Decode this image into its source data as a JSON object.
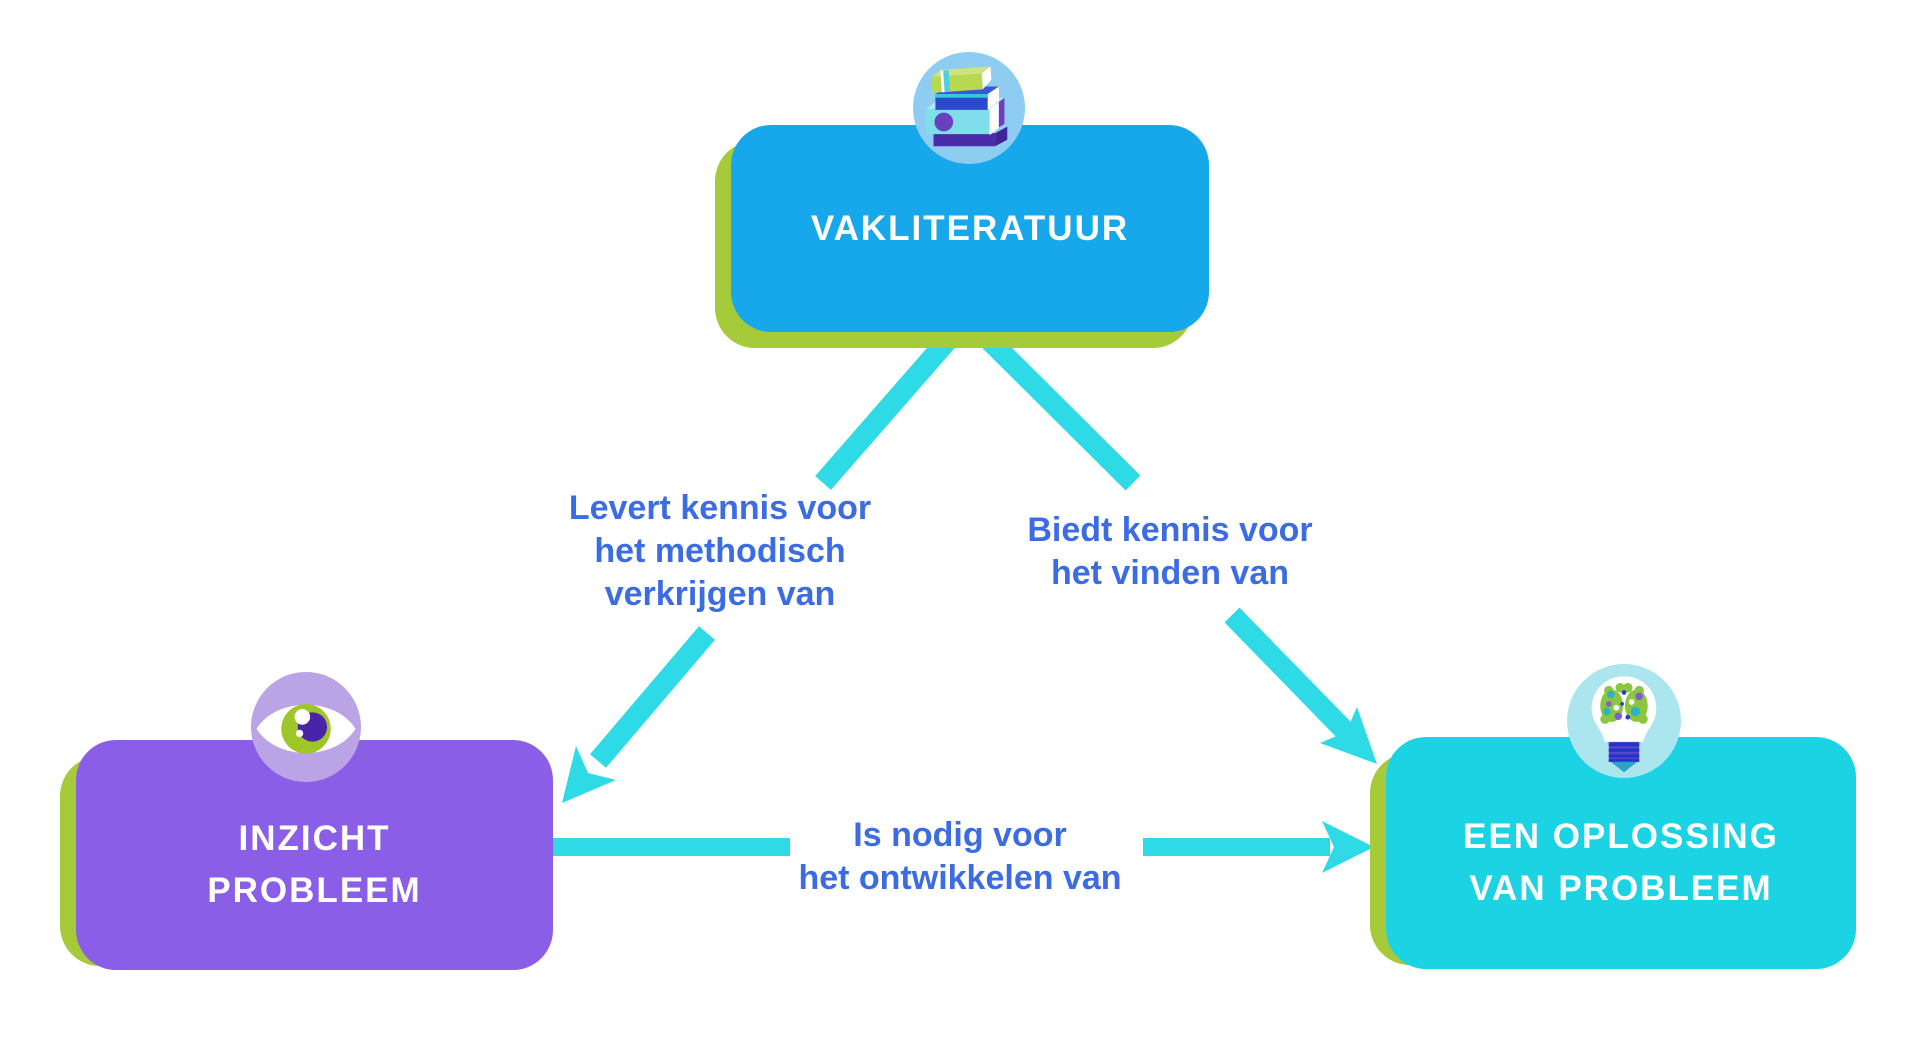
{
  "colors": {
    "bg": "#ffffff",
    "box-blue": "#17a8ec",
    "box-purple": "#8a5ee6",
    "box-cyan": "#1cd3e4",
    "shadow-green": "#a6cb3a",
    "arrow-cyan": "#2edae6",
    "label-blue": "#3c6ce4",
    "title-white": "#ffffff",
    "icon-bg-books": "#8fccf1",
    "icon-bg-eye": "#bba4e5",
    "icon-bg-bulb": "#abe6ef"
  },
  "nodes": {
    "vakliteratuur": {
      "title": "VAKLITERATUUR",
      "icon": "books-icon"
    },
    "inzicht": {
      "line1": "INZICHT",
      "line2": "PROBLEEM",
      "icon": "eye-icon"
    },
    "oplossing": {
      "line1": "EEN OPLOSSING",
      "line2": "VAN PROBLEEM",
      "icon": "brain-bulb-icon"
    }
  },
  "edges": {
    "vakliteratuur_to_inzicht": {
      "line1": "Levert kennis voor",
      "line2": "het methodisch",
      "line3": "verkrijgen van"
    },
    "vakliteratuur_to_oplossing": {
      "line1": "Biedt kennis voor",
      "line2": "het vinden van"
    },
    "inzicht_to_oplossing": {
      "line1": "Is nodig voor",
      "line2": "het ontwikkelen van"
    }
  }
}
